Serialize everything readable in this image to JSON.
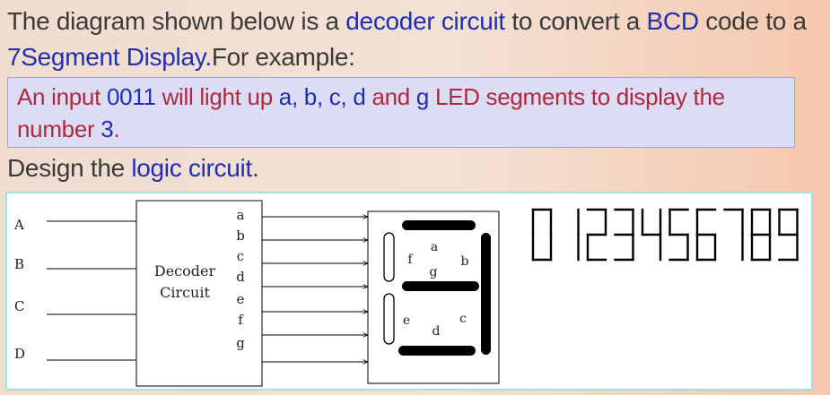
{
  "intro": {
    "part1": "The diagram shown below is a ",
    "highlight1": "decoder circuit",
    "part2": " to convert a ",
    "highlight2": "BCD",
    "part3": " code to a ",
    "highlight3": "7Segment Display.",
    "part4": "For example:"
  },
  "example": {
    "part1": "An input ",
    "code": "0011",
    "part2": " will light up ",
    "segments": "a, b, c, d",
    "part3": " and ",
    "seg_g": "g",
    "part4": " LED segments to display the number ",
    "digit": "3",
    "part5": "."
  },
  "design": {
    "part1": "Design the ",
    "highlight": "logic circuit",
    "part2": "."
  },
  "figure": {
    "inputs": [
      "A",
      "B",
      "C",
      "D"
    ],
    "decoder_label_line1": "Decoder",
    "decoder_label_line2": "Circuit",
    "outputs": [
      "a",
      "b",
      "c",
      "d",
      "e",
      "f",
      "g"
    ],
    "display_segment_labels": [
      "a",
      "b",
      "c",
      "d",
      "e",
      "f",
      "g"
    ],
    "display_lit_segments": [
      "a",
      "b",
      "c",
      "d",
      "g"
    ],
    "sample_digits": "0123456789",
    "colors": {
      "lit": "#000000",
      "unlit_outline": "#000000",
      "border": "#9fe3e0"
    }
  }
}
